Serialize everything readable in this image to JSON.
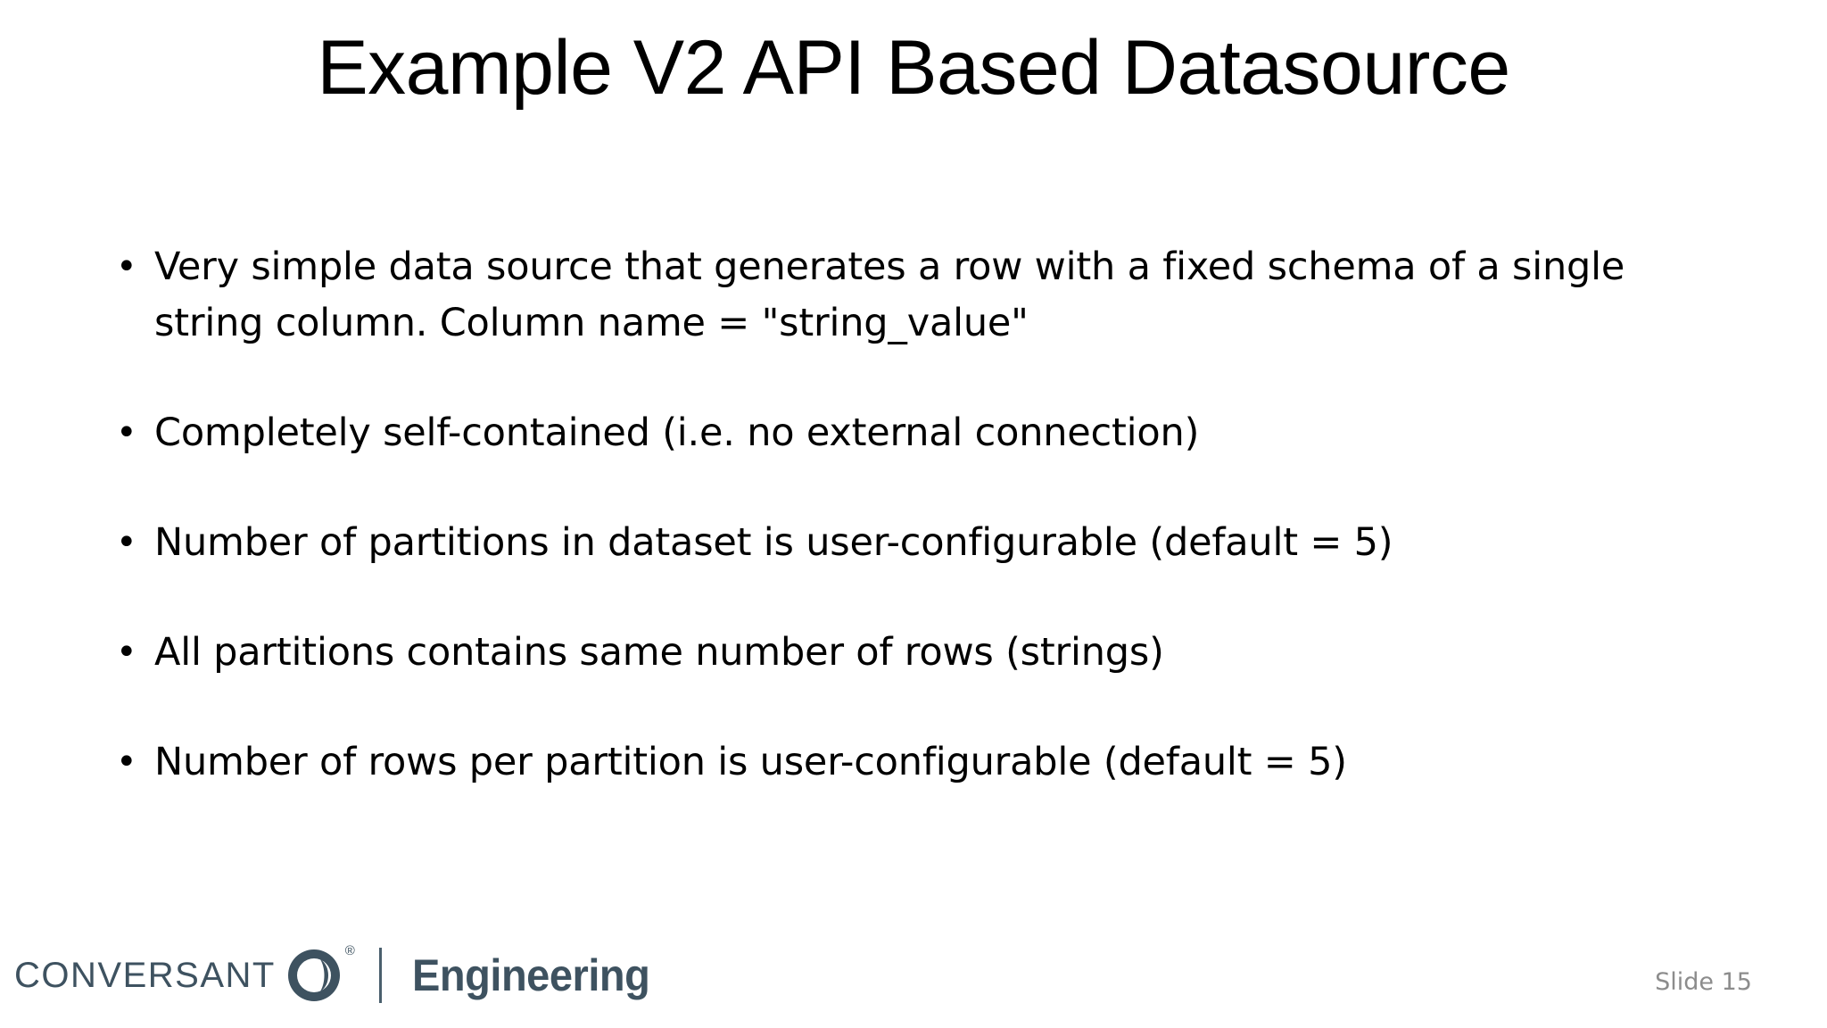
{
  "slide": {
    "title": "Example V2 API Based Datasource",
    "background_color": "#ffffff",
    "text_color": "#000000",
    "bullet_marker": "•",
    "bullets": [
      {
        "text": "Very simple data source that generates a row with a fixed schema of a single string column. Column name = \"string_value\""
      },
      {
        "text": "Completely self-contained (i.e. no external connection)"
      },
      {
        "text": "Number of partitions in dataset is user-configurable (default = 5)"
      },
      {
        "text": "All partitions contains same number of rows (strings)"
      },
      {
        "text": "Number of rows per partition is user-configurable (default = 5)"
      }
    ]
  },
  "footer": {
    "brand": {
      "wordmark": "CONVERSANT",
      "trademark": "®",
      "divider": "|",
      "sub_brand": "Engineering",
      "color": "#3e5260"
    },
    "slide_number": "Slide 15",
    "slide_number_color": "#8c8c8c"
  }
}
